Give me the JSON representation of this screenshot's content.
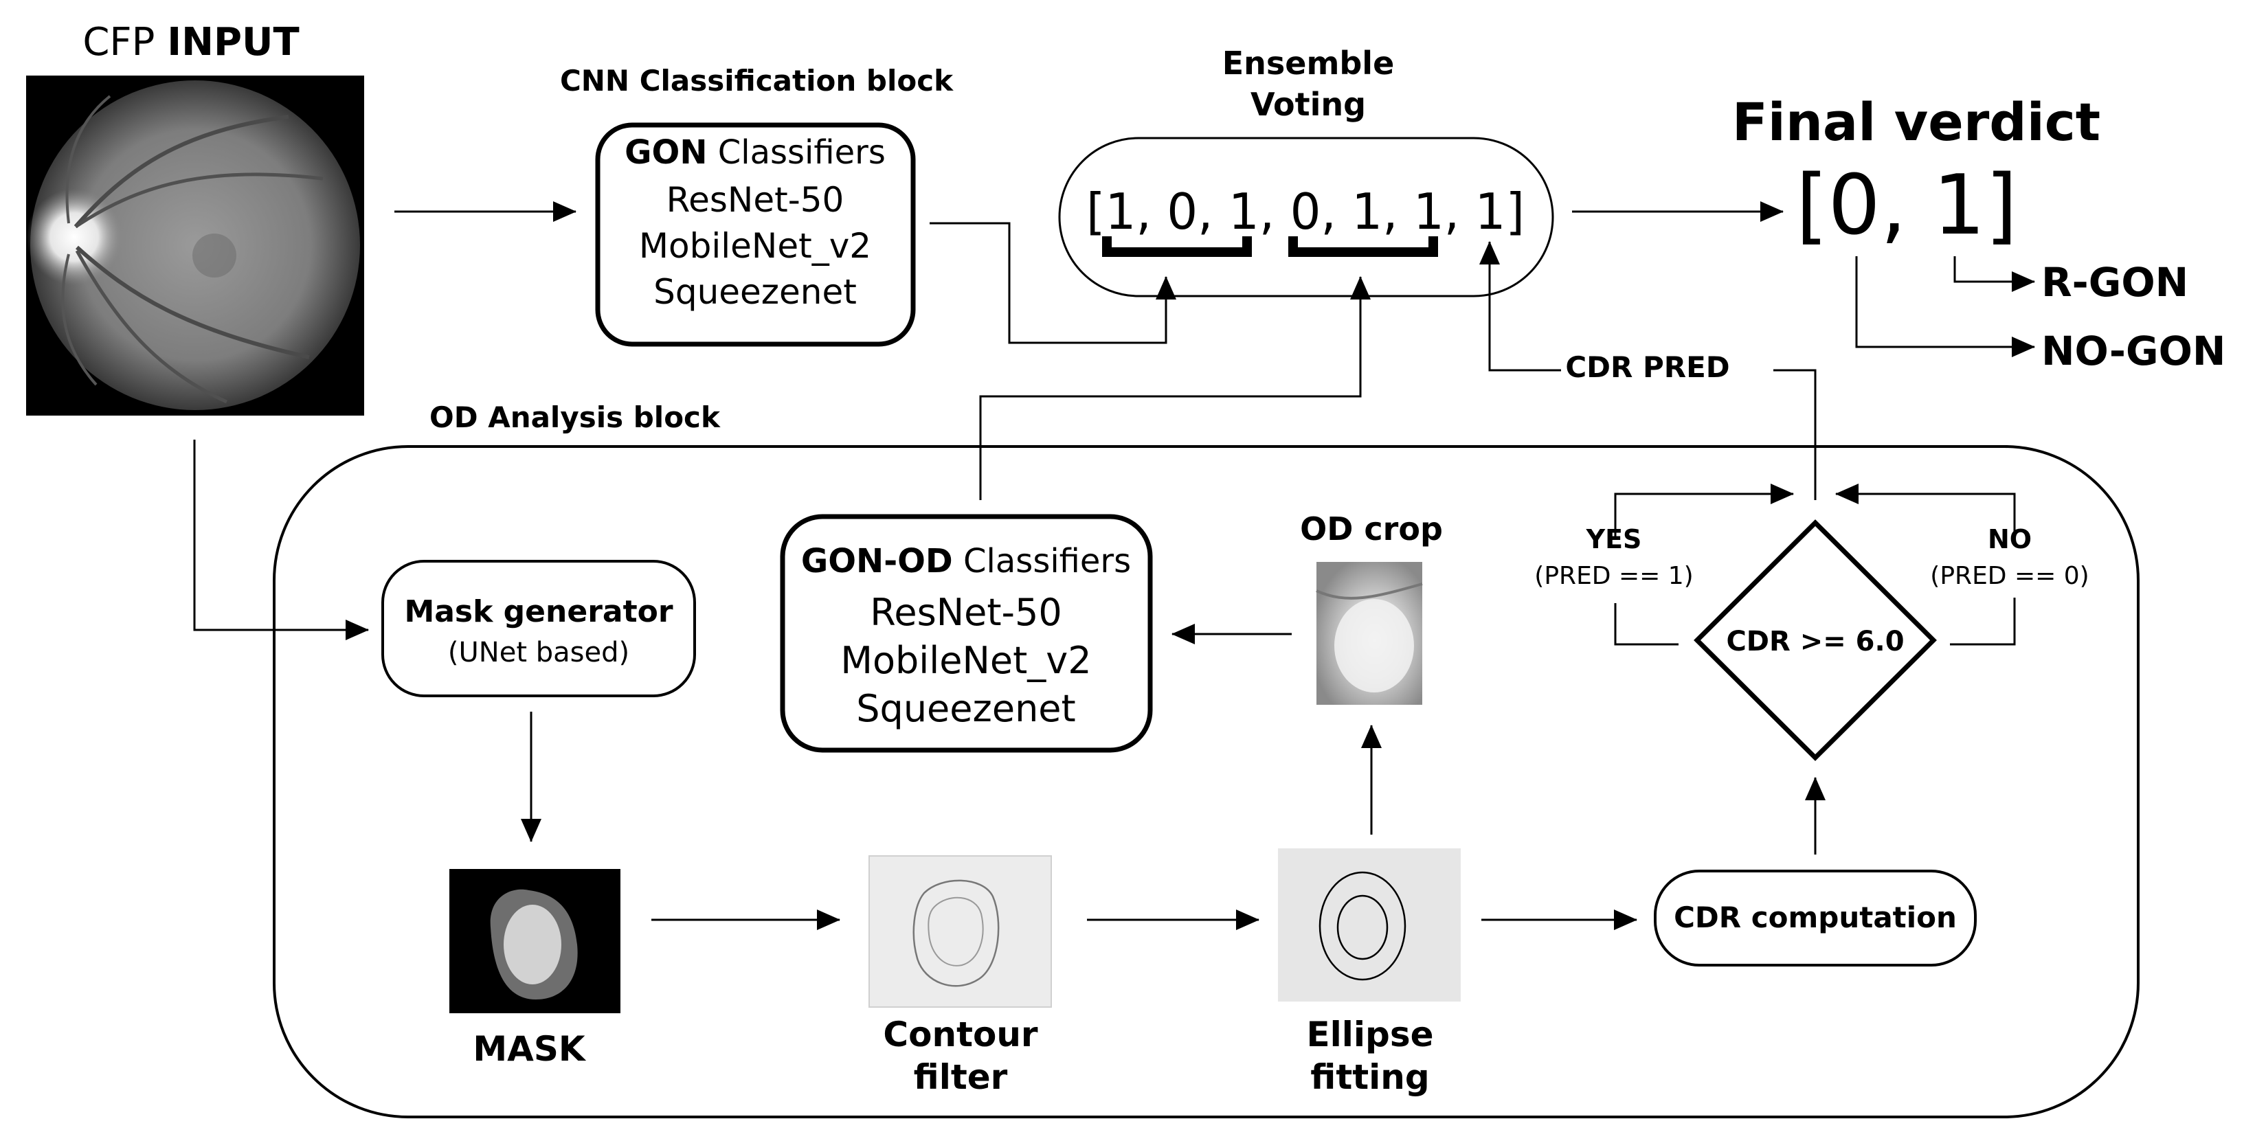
{
  "input": {
    "prefix": "CFP",
    "bold": "INPUT"
  },
  "cnn_block": {
    "title": "CNN Classification block",
    "box_bold": "GON",
    "box_rest": " Classifiers",
    "models": [
      "ResNet-50",
      "MobileNet_v2",
      "Squeezenet"
    ]
  },
  "ensemble": {
    "title_line1": "Ensemble",
    "title_line2": "Voting",
    "vector": "[1, 0, 1, 0, 1, 1, 1]"
  },
  "verdict": {
    "title": "Final verdict",
    "vector": "[0, 1]",
    "positive_label": "R-GON",
    "negative_label": "NO-GON"
  },
  "cdr_pred_label": "CDR PRED",
  "od_block": {
    "title": "OD Analysis block",
    "mask_generator": {
      "title": "Mask generator",
      "subtitle": "(UNet based)"
    },
    "gon_od": {
      "box_bold": "GON-OD",
      "box_rest": " Classifiers",
      "models": [
        "ResNet-50",
        "MobileNet_v2",
        "Squeezenet"
      ]
    },
    "od_crop_label": "OD crop",
    "mask_label": "MASK",
    "contour_label_line1": "Contour",
    "contour_label_line2": "filter",
    "ellipse_label_line1": "Ellipse",
    "ellipse_label_line2": "fitting",
    "cdr_computation": "CDR computation",
    "decision": {
      "condition": "CDR >= 6.0",
      "yes_label": "YES",
      "yes_sub": "(PRED == 1)",
      "no_label": "NO",
      "no_sub": "(PRED == 0)"
    }
  }
}
